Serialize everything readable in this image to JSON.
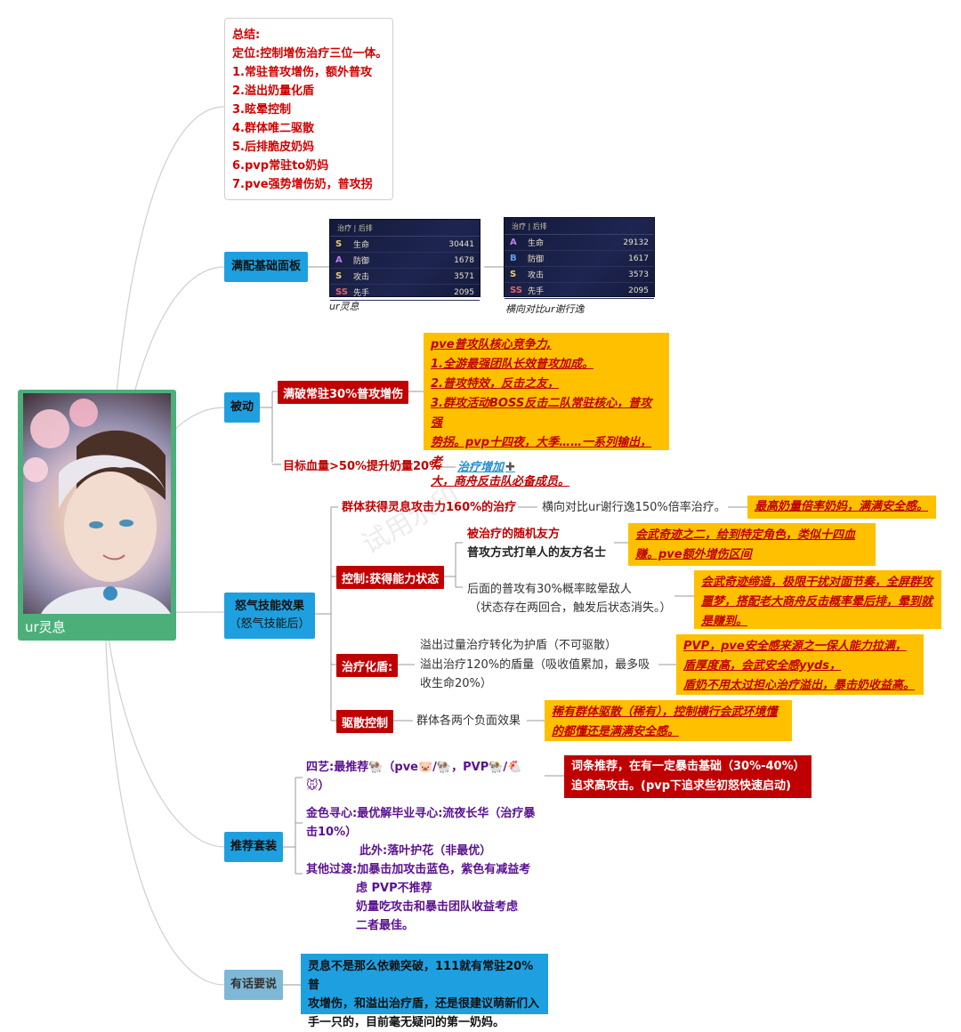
{
  "root": {
    "name": "ur灵息"
  },
  "summary": {
    "lines": [
      "总结:",
      "定位:控制增伤治疗三位一体。",
      "1.常驻普攻增伤，额外普攻",
      "2.溢出奶量化盾",
      "3.眩晕控制",
      "4.群体唯二驱散",
      "5.后排脆皮奶妈",
      "6.pvp常驻to奶妈",
      "7.pve强势增伤奶，普攻拐"
    ]
  },
  "panel": {
    "label": "满配基础面板",
    "left": {
      "header": "治疗 | 后排",
      "caption": "ur灵息",
      "rows": [
        {
          "grade": "S",
          "name": "生命",
          "value": "30441"
        },
        {
          "grade": "A",
          "name": "防御",
          "value": "1678"
        },
        {
          "grade": "S",
          "name": "攻击",
          "value": "3571"
        },
        {
          "grade": "SS",
          "name": "先手",
          "value": "2095"
        }
      ]
    },
    "right": {
      "header": "治疗 | 后排",
      "caption": "横向对比ur谢行逸",
      "rows": [
        {
          "grade": "A",
          "name": "生命",
          "value": "29132"
        },
        {
          "grade": "B",
          "name": "防御",
          "value": "1617"
        },
        {
          "grade": "S",
          "name": "攻击",
          "value": "3573"
        },
        {
          "grade": "SS",
          "name": "先手",
          "value": "2095"
        }
      ]
    }
  },
  "passive": {
    "label": "被动",
    "item1": "满破常驻30%普攻增伤",
    "item1_note": [
      "pve普攻队核心竞争力,",
      "1.全游最强团队长效普攻加成。",
      "2.普攻特效，反击之友，",
      "3.群攻活动BOSS反击二队常驻核心，普攻强",
      "势拐。pvp十四夜，大季……一系列输出，老",
      "大，商舟反击队必备成员。"
    ],
    "item2": "目标血量>50%提升奶量20%",
    "item2_link": "治疗增加",
    "item2_icon": "plus-icon"
  },
  "rage": {
    "label_lines": [
      "怒气技能效果",
      "（怒气技能后）"
    ],
    "heal": "群体获得灵息攻击力160%的治疗",
    "heal_compare": "横向对比ur谢行逸150%倍率治疗。",
    "heal_note": "最高奶量倍率奶妈，满满安全感。",
    "control": {
      "label": "控制:获得能力状态",
      "target_lines": [
        "被治疗的随机友方",
        "普攻方式打单人的友方名士"
      ],
      "target_note": [
        "会武奇迹之二，给到特定角色，类似十四血",
        "赚。pve额外增伤区间"
      ],
      "stun_lines": [
        "后面的普攻有30%概率眩晕敌人",
        "（状态存在两回合，触发后状态消失。）"
      ],
      "stun_note": [
        "会武奇迹缔造，极限干扰对面节奏，全屏群攻",
        "噩梦，搭配老大商舟反击概率晕后排，晕到就",
        "是赚到。"
      ]
    },
    "shield": {
      "label": "治疗化盾:",
      "lines": [
        "溢出过量治疗转化为护盾（不可驱散）",
        "溢出治疗120%的盾量（吸收值累加，最多吸",
        "收生命20%）"
      ],
      "note": [
        "PVP，pve安全感来源之一保人能力拉满，",
        "盾厚度高，会武安全感yyds，",
        "盾奶不用太过担心治疗溢出，暴击奶收益高。"
      ]
    },
    "dispel": {
      "label": "驱散控制",
      "text": "群体各两个负面效果",
      "note": [
        "稀有群体驱散（稀有），控制横行会武环境懂",
        "的都懂还是满满安全感。"
      ]
    }
  },
  "gear": {
    "label": "推荐套装",
    "four_art": [
      "四艺:最推荐🐏（pve🐷/🐏，PVP🐏/🐔",
      "🐭）"
    ],
    "four_art_note": [
      "词条推荐，在有一定暴击基础（30%-40%）",
      "追求高攻击。(pvp下追求些初怒快速启动)"
    ],
    "gold": [
      "金色寻心:最优解毕业寻心:流夜长华（治疗暴",
      "击10%）"
    ],
    "gold_alt": "此外:落叶护花（非最优）",
    "other": [
      "其他过渡:加暴击加攻击蓝色，紫色有减益考",
      "虑 PVP不推荐",
      "奶量吃攻击和暴击团队收益考虑",
      "二者最佳。"
    ]
  },
  "remarks": {
    "label": "有话要说",
    "lines": [
      "灵息不是那么依赖突破，111就有常驻20%普",
      "攻增伤，和溢出治疗盾，还是很建议萌新们入",
      "手一只的，目前毫无疑问的第一奶妈。"
    ]
  },
  "watermark": "试用水印",
  "colors": {
    "accent_blue": "#1ea0e0",
    "red": "#c00000",
    "yellow": "#ffc000",
    "green": "#4caf7a",
    "purple": "#5a1190"
  }
}
